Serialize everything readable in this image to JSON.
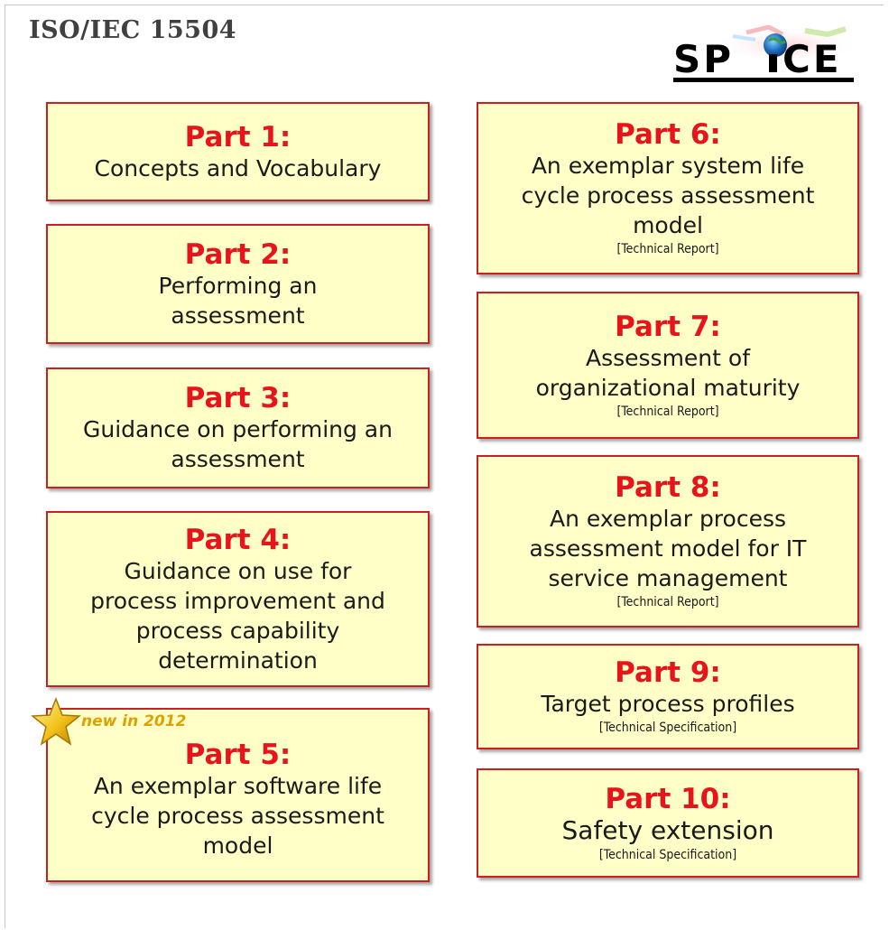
{
  "header": {
    "title": "ISO/IEC 15504",
    "logo_text": "SPICE"
  },
  "parts": [
    {
      "part": "Part 1:",
      "desc": "Concepts and Vocabulary",
      "note": ""
    },
    {
      "part": "Part 2:",
      "desc": "Performing an assessment",
      "note": ""
    },
    {
      "part": "Part 3:",
      "desc": "Guidance on performing an assessment",
      "note": ""
    },
    {
      "part": "Part 4:",
      "desc": "Guidance on use for process improvement and process capability determination",
      "note": ""
    },
    {
      "part": "Part 5:",
      "desc": "An exemplar software life cycle process assessment model",
      "note": "",
      "badge": "new in 2012"
    },
    {
      "part": "Part 6:",
      "desc": "An exemplar system life cycle process assessment model",
      "note": "[Technical Report]"
    },
    {
      "part": "Part 7:",
      "desc": "Assessment of organizational maturity",
      "note": "[Technical Report]"
    },
    {
      "part": "Part 8:",
      "desc": "An exemplar process assessment model for IT service management",
      "note": "[Technical Report]"
    },
    {
      "part": "Part 9:",
      "desc": "Target process profiles",
      "note": "[Technical Specification]"
    },
    {
      "part": "Part 10:",
      "desc": "Safety extension",
      "note": "[Technical Specification]"
    }
  ],
  "colors": {
    "box_fill": "#ffffc8",
    "box_border": "#cc1f1f",
    "part_label": "#e8141c",
    "badge": "#e0a100"
  }
}
